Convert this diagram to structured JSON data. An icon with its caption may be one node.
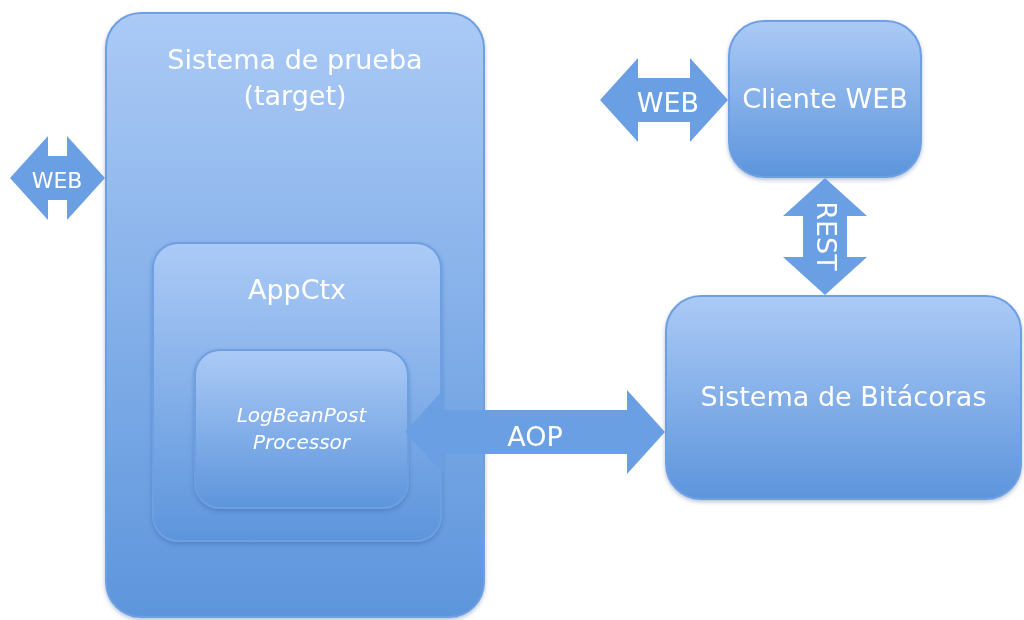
{
  "diagram": {
    "nodes": [
      {
        "text": [
          "Sistema de prueba (target)"
        ]
      },
      {
        "text": [
          "AppCtx"
        ],
        "in": 0
      },
      {
        "text": [
          "LogBeanPost Processor"
        ],
        "in": 1
      },
      {
        "text": [
          "Cliente WEB"
        ]
      },
      {
        "text": [
          "Sistema de Bitácoras"
        ]
      }
    ],
    "edges": [
      {
        "from": null,
        "to": 0,
        "arrow": "both",
        "label": "WEB"
      },
      {
        "from": null,
        "to": 3,
        "arrow": "both",
        "label": "WEB"
      },
      {
        "from": 3,
        "to": 4,
        "arrow": "both",
        "label": "REST"
      },
      {
        "from": 2,
        "to": 4,
        "arrow": "both",
        "label": "AOP"
      }
    ]
  }
}
